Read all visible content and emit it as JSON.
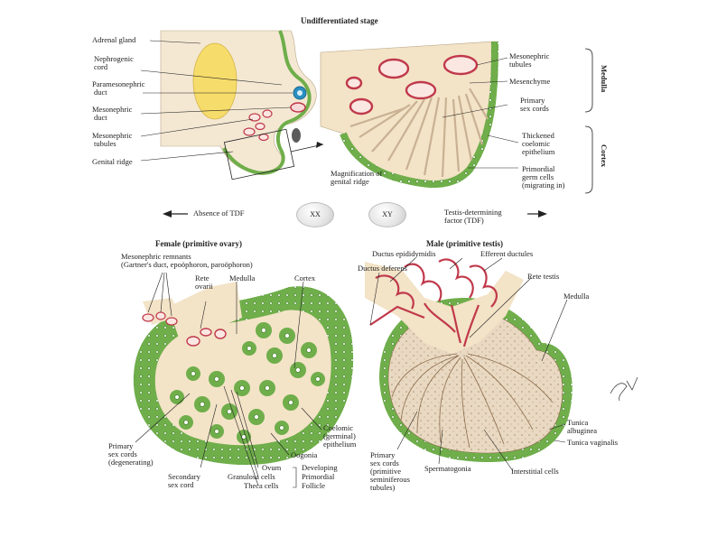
{
  "top": {
    "title": "Undifferentiated stage",
    "left_labels": {
      "adrenal_gland": "Adrenal gland",
      "nephrogenic_cord_1": "Nephrogenic",
      "nephrogenic_cord_2": "cord",
      "paramesonephric_1": "Paramesonephric",
      "paramesonephric_2": "duct",
      "mesonephric_duct_1": "Mesonephric",
      "mesonephric_duct_2": "duct",
      "mesonephric_tubules_1": "Mesonephric",
      "mesonephric_tubules_2": "tubules",
      "genital_ridge": "Genital ridge"
    },
    "magnification_1": "Magnification of",
    "magnification_2": "genital ridge",
    "right_labels": {
      "mesonephric_tubules_1": "Mesonephric",
      "mesonephric_tubules_2": "tubules",
      "mesenchyme": "Mesenchyme",
      "primary_sex_cords_1": "Primary",
      "primary_sex_cords_2": "sex cords",
      "thickened_1": "Thickened",
      "thickened_2": "coelomic",
      "thickened_3": "epithelium",
      "primordial_1": "Primordial",
      "primordial_2": "germ cells",
      "primordial_3": "(migrating in)"
    },
    "bracket_medulla": "Medulla",
    "bracket_cortex": "Cortex"
  },
  "middle": {
    "left_text": "Absence of TDF",
    "xx": "XX",
    "xy": "XY",
    "right_text_1": "Testis-determining",
    "right_text_2": "factor (TDF)"
  },
  "female": {
    "title": "Female (primitive ovary)",
    "remnants_1": "Mesonephric remnants",
    "remnants_2": "(Gartner's duct, epoöphoron, paroöphoron)",
    "rete_1": "Rete",
    "rete_2": "ovarii",
    "medulla": "Medulla",
    "cortex": "Cortex",
    "primary_1": "Primary",
    "primary_2": "sex cords",
    "primary_3": "(degenerating)",
    "secondary_1": "Secondary",
    "secondary_2": "sex cord",
    "coelomic_1": "Coelomic",
    "coelomic_2": "(germinal)",
    "coelomic_3": "epithelium",
    "oogonia": "Oogonia",
    "ovum": "Ovum",
    "granulosa": "Granulosa cells",
    "theca": "Theca cells",
    "developing_1": "Developing",
    "developing_2": "Primordial",
    "developing_3": "Follicle"
  },
  "male": {
    "title": "Male (primitive testis)",
    "epididymidis": "Ductus epididymidis",
    "efferent": "Efferent ductules",
    "deferens": "Ductus deferens",
    "rete_testis": "Rete testis",
    "medulla": "Medulla",
    "albuginea_1": "Tunica",
    "albuginea_2": "albuginea",
    "vaginalis": "Tunica vaginalis",
    "primary_1": "Primary",
    "primary_2": "sex cords",
    "primary_3": "(primitive",
    "primary_4": "seminiferous",
    "primary_5": "tubules)",
    "spermatogonia": "Spermatogonia",
    "interstitial": "Interstitial cells"
  },
  "colors": {
    "epithelium_green": "#6fae4a",
    "mesenchyme_cream": "#f3e3c7",
    "tubule_red": "#c0394b",
    "adrenal_yellow": "#f6dc6a",
    "paramesonephric_blue": "#2a8fc0",
    "testis_tan": "#e9d9c2"
  }
}
